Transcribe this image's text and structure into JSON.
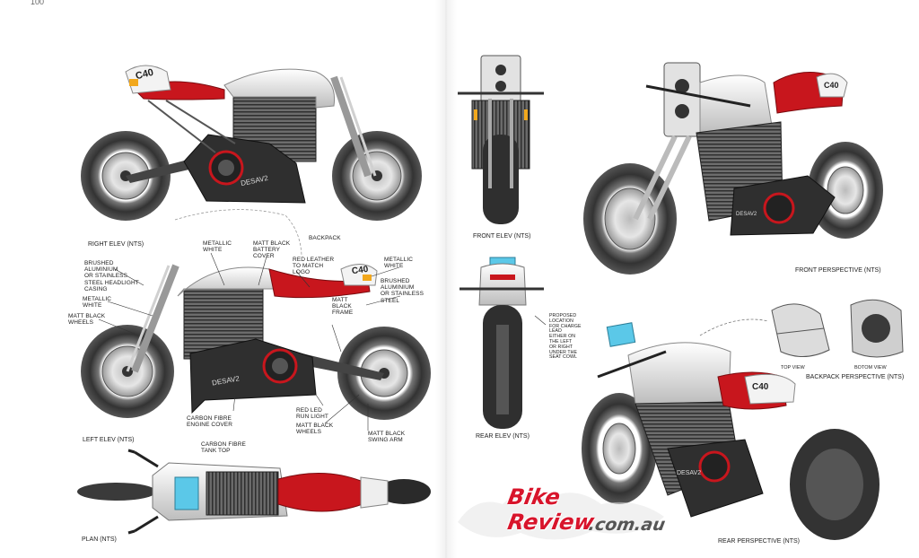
{
  "page": {
    "number": "100"
  },
  "views": {
    "right_elev": "RIGHT ELEV (NTS)",
    "left_elev": "LEFT ELEV (NTS)",
    "plan": "PLAN (NTS)",
    "front_elev": "FRONT ELEV (NTS)",
    "rear_elev": "REAR ELEV (NTS)",
    "front_perspective": "FRONT PERSPECTIVE (NTS)",
    "rear_perspective": "REAR PERSPECTIVE (NTS)",
    "backpack_perspective": "BACKPACK PERSPECTIVE (NTS)",
    "top_view": "TOP VIEW",
    "bottom_view": "BOTOM VIEW"
  },
  "branding": {
    "model": "C40",
    "side_panel": "DESAV2"
  },
  "callouts": {
    "metallic_white_top": "METALLIC\nWHITE",
    "matt_black_battery": "MATT BLACK\nBATTERY\nCOVER",
    "backpack": "BACKPACK",
    "red_leather": "RED LEATHER\nTO MATCH\nLOGO",
    "metallic_white_right": "METALLIC\nWHITE",
    "brushed_left": "BRUSHED\nALUMINIUM\nOR STAINLESS\nSTEEL HEADLIGHT\nCASING",
    "metallic_white_left": "METALLIC\nWHITE",
    "matt_black_wheels_left": "MATT BLACK\nWHEELS",
    "brushed_right": "BRUSHED\nALUMINIUM\nOR STAINLESS\nSTEEL",
    "matt_black_frame": "MATT\nBLACK\nFRAME",
    "carbon_engine": "CARBON FIBRE\nENGINE COVER",
    "red_led": "RED LED\nRUN LIGHT",
    "matt_black_wheels_bottom": "MATT BLACK\nWHEELS",
    "matt_black_swing": "MATT BLACK\nSWING ARM",
    "carbon_tank": "CARBON FIBRE\nTANK TOP",
    "charge_location": "PROPOSED\nLOCATION\nFOR CHARGE\nLEAD\nEITHER ON\nTHE LEFT\nOR RIGHT\nUNDER THE\nSEAT COWL"
  },
  "watermark": {
    "line1": "Bike",
    "line2": "Review",
    "domain": ".com.au"
  },
  "colors": {
    "accent_red": "#c8161d",
    "brand_red": "#d8142b",
    "amber": "#f2a81d",
    "screen_blue": "#5bc8e8"
  }
}
